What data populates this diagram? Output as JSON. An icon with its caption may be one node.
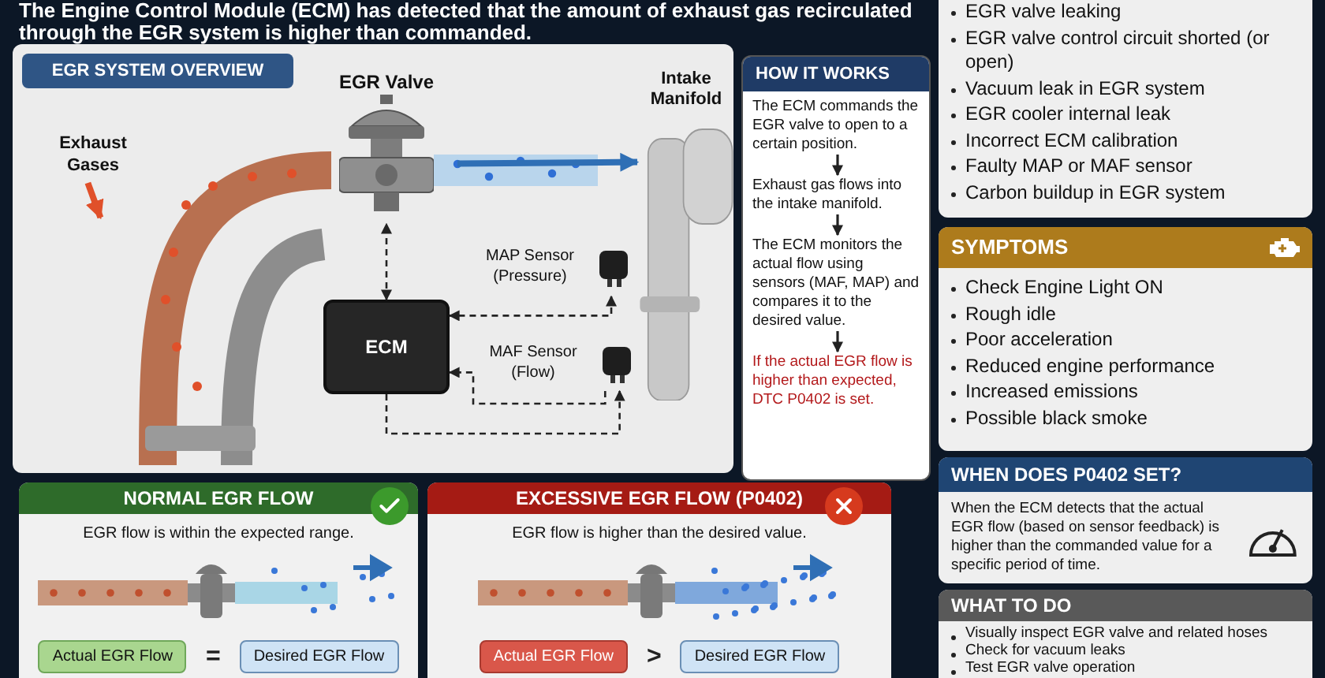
{
  "diagram": {
    "title": "The Engine Control Module (ECM) has detected that the amount of exhaust gas recirculated through the EGR system is higher than commanded.",
    "nodes": [
      {
        "text": [
          "EGR SYSTEM OVERVIEW"
        ]
      },
      {
        "text": [
          "EGR Valve"
        ],
        "in": 0
      },
      {
        "text": [
          "Intake Manifold"
        ],
        "in": 0
      },
      {
        "text": [
          "Exhaust Gases"
        ],
        "in": 0
      },
      {
        "text": [
          "ECM"
        ],
        "in": 0
      },
      {
        "text": [
          "MAP Sensor (Pressure)"
        ],
        "in": 0
      },
      {
        "text": [
          "MAF Sensor (Flow)"
        ],
        "in": 0
      },
      {
        "text": [
          "HOW IT WORKS"
        ]
      },
      {
        "text": [
          "The ECM commands the EGR valve to open to a certain position."
        ],
        "in": 7
      },
      {
        "text": [
          "Exhaust gas flows into the intake manifold."
        ],
        "in": 7
      },
      {
        "text": [
          "The ECM monitors the actual flow using sensors (MAF, MAP) and compares it to the desired value."
        ],
        "in": 7
      },
      {
        "text": [
          "If the actual EGR flow is higher than expected, DTC P0402 is set."
        ],
        "in": 7
      },
      {
        "text": [
          "EGR valve leaking",
          "EGR valve control circuit shorted (or open)",
          "Vacuum leak in EGR system",
          "EGR cooler internal leak",
          "Incorrect ECM calibration",
          "Faulty MAP or MAF sensor",
          "Carbon buildup in EGR system"
        ]
      },
      {
        "text": [
          "SYMPTOMS",
          "Check Engine Light ON",
          "Rough idle",
          "Poor acceleration",
          "Reduced engine performance",
          "Increased emissions",
          "Possible black smoke"
        ]
      },
      {
        "text": [
          "WHEN DOES P0402 SET?",
          "When the ECM detects that the actual EGR flow (based on sensor feedback) is higher than the commanded value for a specific period of time."
        ]
      },
      {
        "text": [
          "WHAT TO DO",
          "Visually inspect EGR valve and related hoses",
          "Check for vacuum leaks",
          "Test EGR valve operation"
        ]
      },
      {
        "text": [
          "NORMAL EGR FLOW",
          "EGR flow is within the expected range."
        ]
      },
      {
        "text": [
          "Actual EGR Flow"
        ],
        "in": 16
      },
      {
        "text": [
          "Desired EGR Flow"
        ],
        "in": 16
      },
      {
        "text": [
          "EXCESSIVE EGR FLOW (P0402)",
          "EGR flow is higher than the desired value."
        ]
      },
      {
        "text": [
          "Actual EGR Flow"
        ],
        "in": 19
      },
      {
        "text": [
          "Desired EGR Flow"
        ],
        "in": 19
      }
    ],
    "edges": [
      {
        "from": 1,
        "to": 2,
        "arrow": "to",
        "style": "thick",
        "color": "#2f6fb5"
      },
      {
        "from": 3,
        "to": null,
        "arrow": "to",
        "style": "thick",
        "color": "#e0502a"
      },
      {
        "from": 4,
        "to": 1,
        "arrow": "both",
        "style": "dashed"
      },
      {
        "from": 5,
        "to": 4,
        "arrow": "both",
        "style": "dashed"
      },
      {
        "from": 6,
        "to": 4,
        "arrow": "to",
        "style": "dashed"
      },
      {
        "from": 4,
        "to": 6,
        "arrow": "to",
        "style": "dashed"
      },
      {
        "from": 8,
        "to": 9,
        "arrow": "to"
      },
      {
        "from": 9,
        "to": 10,
        "arrow": "to"
      },
      {
        "from": 10,
        "to": 11,
        "arrow": "to"
      }
    ],
    "labels": [
      "=",
      ">"
    ]
  }
}
